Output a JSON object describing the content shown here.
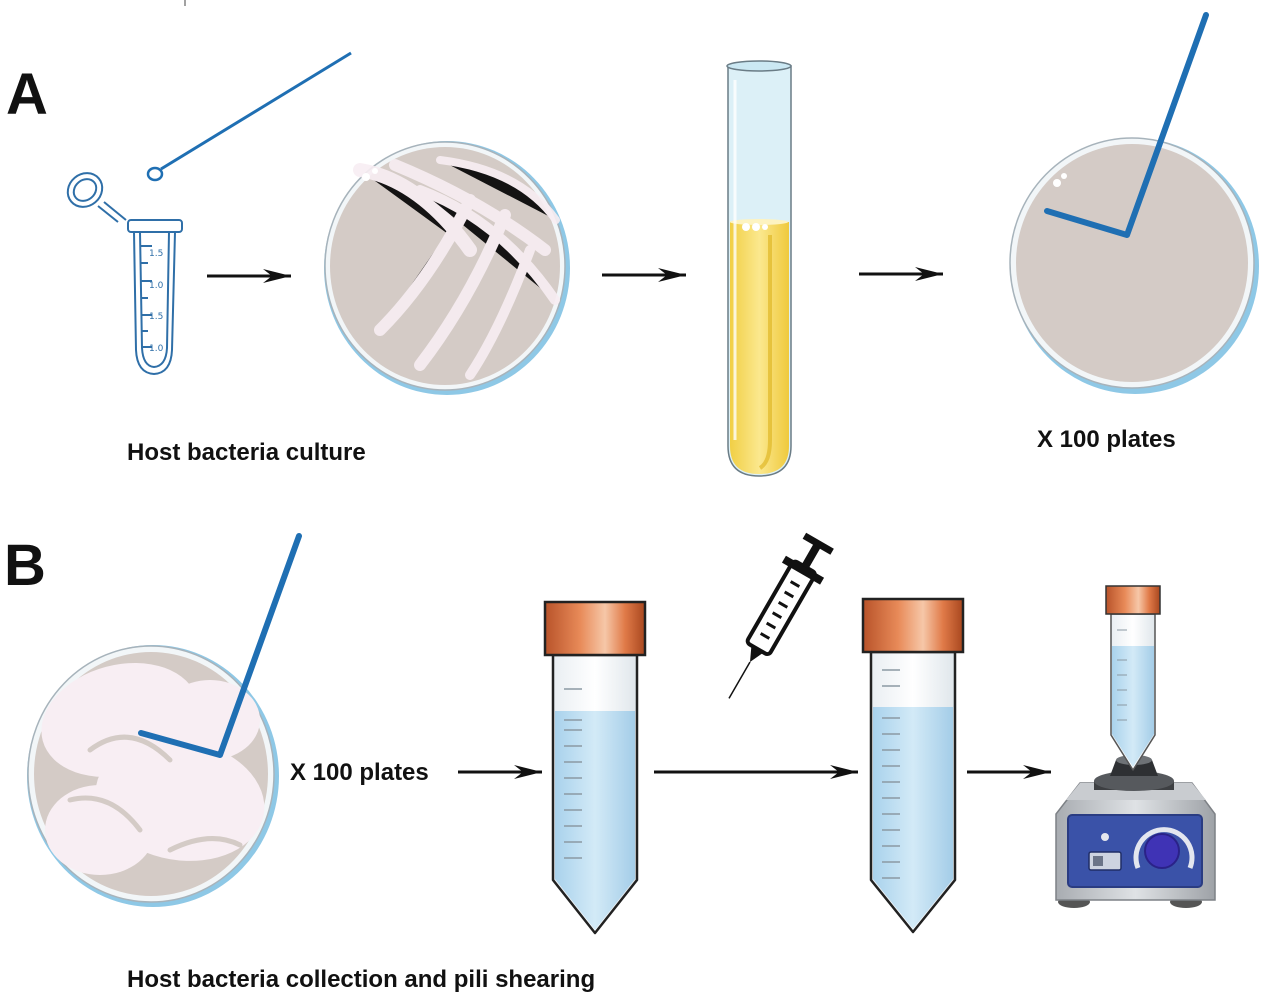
{
  "panels": {
    "a": {
      "letter": "A",
      "caption": "Host bacteria culture",
      "plates_label": "X 100 plates",
      "tube_marks": [
        "1.5",
        "1.0",
        "1.5",
        "1.0"
      ]
    },
    "b": {
      "letter": "B",
      "caption": "Host bacteria collection and pili shearing",
      "plates_label": "X 100 plates"
    }
  },
  "colors": {
    "loop": "#1f6fb3",
    "dish_rim": "#8ec8e6",
    "agar": "#d4cbc6",
    "culture_medium": "#f6dc6a",
    "cap": "#d66f3b",
    "liquid": "#bfdff1",
    "vortex_panel": "#3a52a8"
  },
  "icons": [
    "microcentrifuge-tube-icon",
    "inoculation-loop-icon",
    "petri-dish-icon",
    "test-tube-icon",
    "conical-tube-icon",
    "syringe-icon",
    "vortex-mixer-icon",
    "arrow-icon"
  ]
}
